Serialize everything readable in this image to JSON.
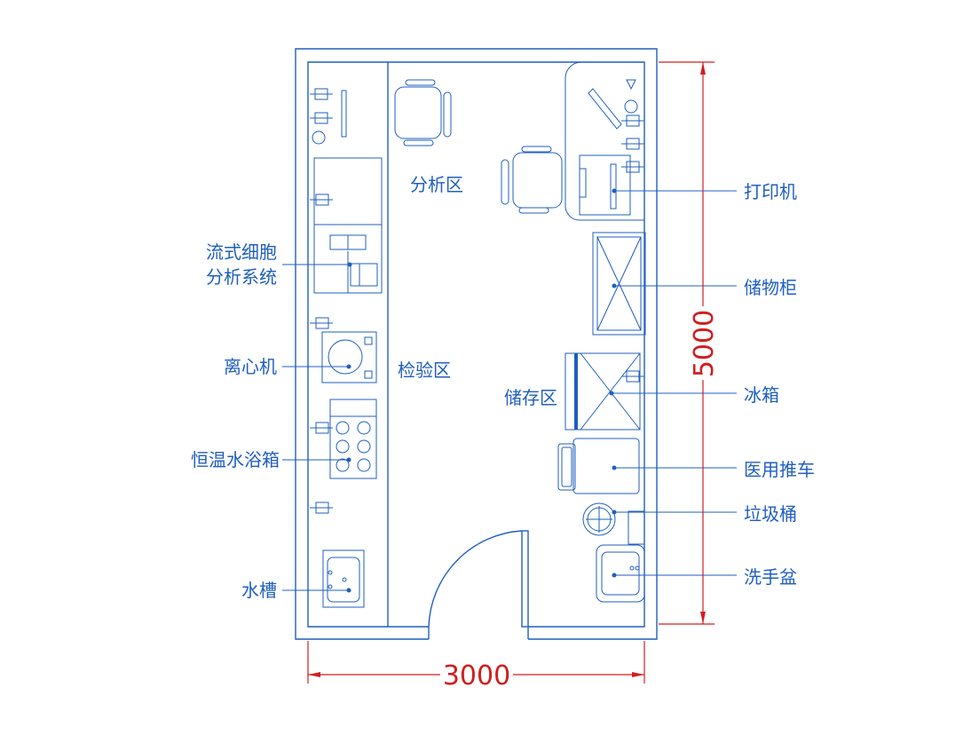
{
  "zones": {
    "analysis": "分析区",
    "testing": "检验区",
    "storage": "储存区"
  },
  "labels_left": {
    "flow_cytometer_line1": "流式细胞",
    "flow_cytometer_line2": "分析系统",
    "centrifuge": "离心机",
    "water_bath": "恒温水浴箱",
    "sink": "水槽"
  },
  "labels_right": {
    "printer": "打印机",
    "cabinet": "储物柜",
    "fridge": "冰箱",
    "cart": "医用推车",
    "trash": "垃圾桶",
    "basin": "洗手盆"
  },
  "dimensions": {
    "width": "3000",
    "height": "5000"
  },
  "colors": {
    "line": "#1f5fbf",
    "dimension": "#d11e1e"
  }
}
